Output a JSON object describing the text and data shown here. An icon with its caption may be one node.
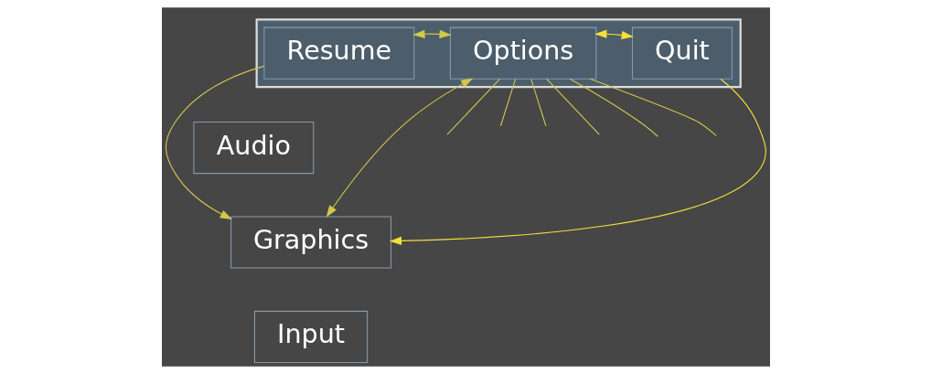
{
  "diagram": {
    "nodes": [
      {
        "text": [],
        "shape": "bar"
      },
      {
        "text": [
          "Resume"
        ],
        "in": 0
      },
      {
        "text": [
          "Options"
        ],
        "in": 0
      },
      {
        "text": [
          "Quit"
        ],
        "in": 0
      },
      {
        "text": [
          "Audio"
        ]
      },
      {
        "text": [
          "Graphics"
        ]
      },
      {
        "text": [
          "Input"
        ]
      }
    ],
    "edges": [
      {
        "from": 1,
        "to": 2,
        "arrow": "both"
      },
      {
        "from": 2,
        "to": 3,
        "arrow": "both",
        "color": "#f5e13a"
      },
      {
        "from": 2,
        "to": 5,
        "arrow": "both"
      },
      {
        "from": 1,
        "to": 5,
        "arrow": "to"
      },
      {
        "from": 3,
        "to": 5,
        "arrow": "to",
        "color": "#f5e13a"
      },
      {
        "from": 2,
        "to": null,
        "arrow": "none"
      },
      {
        "from": 2,
        "to": null,
        "arrow": "none"
      },
      {
        "from": 2,
        "to": null,
        "arrow": "none"
      },
      {
        "from": 2,
        "to": null,
        "arrow": "none"
      },
      {
        "from": 2,
        "to": null,
        "arrow": "none"
      },
      {
        "from": 2,
        "to": null,
        "arrow": "none"
      }
    ]
  }
}
